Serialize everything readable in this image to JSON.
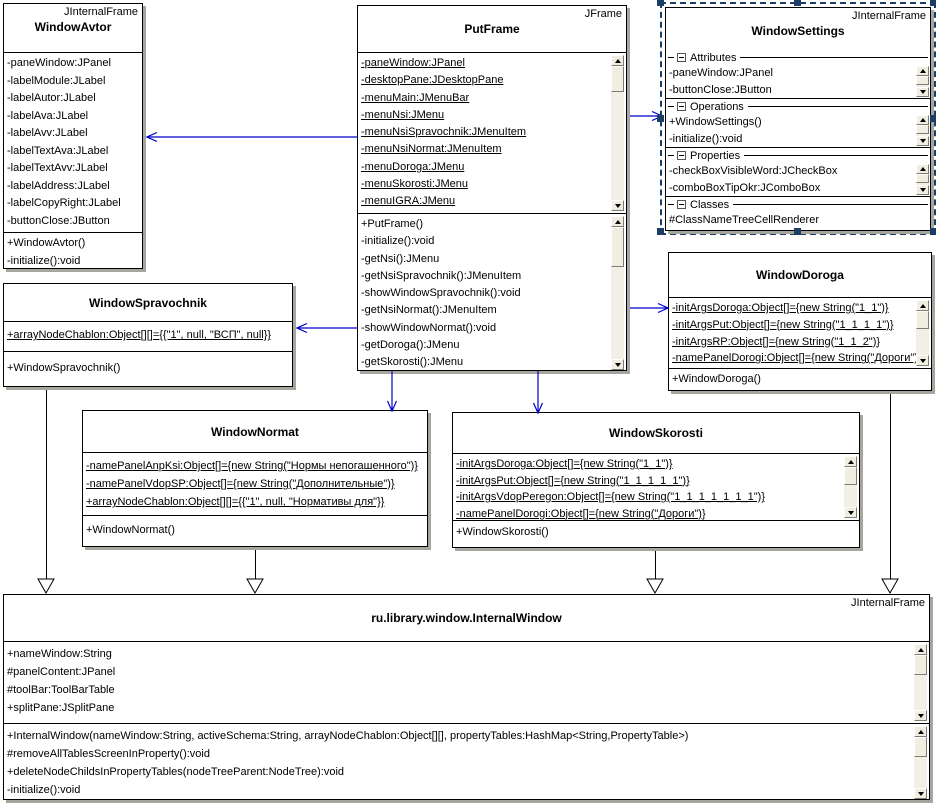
{
  "colors": {
    "connector_blue": "#0000cc",
    "selection_navy": "#1c3e66",
    "box_shadow_gray": "#a6a69e",
    "background": "#ffffff"
  },
  "classes": {
    "window_avtor": {
      "stereotype": "JInternalFrame",
      "name": "WindowAvtor",
      "attributes": [
        "-paneWindow:JPanel",
        "-labelModule:JLabel",
        "-labelAutor:JLabel",
        "-labelAva:JLabel",
        "-labelAvv:JLabel",
        "-labelTextAva:JLabel",
        "-labelTextAvv:JLabel",
        "-labelAddress:JLabel",
        "-labelCopyRight:JLabel",
        "-buttonClose:JButton"
      ],
      "operations": [
        "+WindowAvtor()",
        "-initialize():void"
      ]
    },
    "put_frame": {
      "stereotype": "JFrame",
      "name": "PutFrame",
      "attributes": [
        "-paneWindow:JPanel",
        "-desktopPane:JDesktopPane",
        "-menuMain:JMenuBar",
        "-menuNsi:JMenu",
        "-menuNsiSpravochnik:JMenuItem",
        "-menuNsiNormat:JMenuItem",
        "-menuDoroga:JMenu",
        "-menuSkorosti:JMenu",
        "-menuIGRA:JMenu"
      ],
      "operations": [
        "+PutFrame()",
        "-initialize():void",
        "-getNsi():JMenu",
        "-getNsiSpravochnik():JMenuItem",
        "-showWindowSpravochnik():void",
        "-getNsiNormat():JMenuItem",
        "-showWindowNormat():void",
        "-getDoroga():JMenu",
        "-getSkorosti():JMenu"
      ]
    },
    "window_settings": {
      "stereotype": "JInternalFrame",
      "name": "WindowSettings",
      "sections": [
        {
          "label": "Attributes",
          "items": [
            "-paneWindow:JPanel",
            "-buttonClose:JButton"
          ]
        },
        {
          "label": "Operations",
          "items": [
            "+WindowSettings()",
            "-initialize():void"
          ]
        },
        {
          "label": "Properties",
          "items": [
            "-checkBoxVisibleWord:JCheckBox",
            "-comboBoxTipOkr:JComboBox"
          ]
        },
        {
          "label": "Classes",
          "items": [
            "#ClassNameTreeCellRenderer"
          ]
        }
      ]
    },
    "window_doroga": {
      "name": "WindowDoroga",
      "attributes": [
        "-initArgsDoroga:Object[]={new String(\"1_1\")}",
        "-initArgsPut:Object[]={new String(\"1_1_1_1\")}",
        "-initArgsRP:Object[]={new String(\"1_1_2\")}",
        "-namePanelDorogi:Object[]={new String(\"Дороги\")}"
      ],
      "operations": [
        "+WindowDoroga()"
      ]
    },
    "window_spravochnik": {
      "name": "WindowSpravochnik",
      "attributes": [
        "+arrayNodeChablon:Object[][]={{\"1\", null, \"ВСП\", null}}"
      ],
      "operations": [
        "+WindowSpravochnik()"
      ]
    },
    "window_normat": {
      "name": "WindowNormat",
      "attributes": [
        "-namePanelAnpKsi:Object[]={new String(\"Нормы непогашенного\")}",
        "-namePanelVdopSP:Object[]={new String(\"Дополнительные\")}",
        "+arrayNodeChablon:Object[][]={{\"1\", null, \"Нормативы для\"}}"
      ],
      "operations": [
        "+WindowNormat()"
      ]
    },
    "window_skorosti": {
      "name": "WindowSkorosti",
      "attributes": [
        "-initArgsDoroga:Object[]={new String(\"1_1\")}",
        "-initArgsPut:Object[]={new String(\"1_1_1_1_1\")}",
        "-initArgsVdopPeregon:Object[]={new String(\"1_1_1_1_1_1_1\")}",
        "-namePanelDorogi:Object[]={new String(\"Дороги\")}"
      ],
      "operations": [
        "+WindowSkorosti()"
      ]
    },
    "internal_window": {
      "stereotype": "JInternalFrame",
      "name": "ru.library.window.InternalWindow",
      "attributes": [
        "+nameWindow:String",
        "#panelContent:JPanel",
        "#toolBar:ToolBarTable",
        "+splitPane:JSplitPane"
      ],
      "operations": [
        "+InternalWindow(nameWindow:String, activeSchema:String, arrayNodeChablon:Object[][], propertyTables:HashMap<String,PropertyTable>)",
        "#removeAllTablesScreenInProperty():void",
        "+deleteNodeChildsInPropertyTables(nodeTreeParent:NodeTree):void",
        "-initialize():void"
      ]
    }
  },
  "relations": [
    {
      "from": "PutFrame",
      "to": "WindowAvtor",
      "type": "association"
    },
    {
      "from": "PutFrame",
      "to": "WindowSettings",
      "type": "association"
    },
    {
      "from": "PutFrame",
      "to": "WindowSpravochnik",
      "type": "association"
    },
    {
      "from": "PutFrame",
      "to": "WindowDoroga",
      "type": "association"
    },
    {
      "from": "PutFrame",
      "to": "WindowNormat",
      "type": "association"
    },
    {
      "from": "PutFrame",
      "to": "WindowSkorosti",
      "type": "association"
    },
    {
      "from": "WindowSpravochnik",
      "to": "ru.library.window.InternalWindow",
      "type": "generalization"
    },
    {
      "from": "WindowNormat",
      "to": "ru.library.window.InternalWindow",
      "type": "generalization"
    },
    {
      "from": "WindowSkorosti",
      "to": "ru.library.window.InternalWindow",
      "type": "generalization"
    },
    {
      "from": "WindowDoroga",
      "to": "ru.library.window.InternalWindow",
      "type": "generalization"
    }
  ]
}
